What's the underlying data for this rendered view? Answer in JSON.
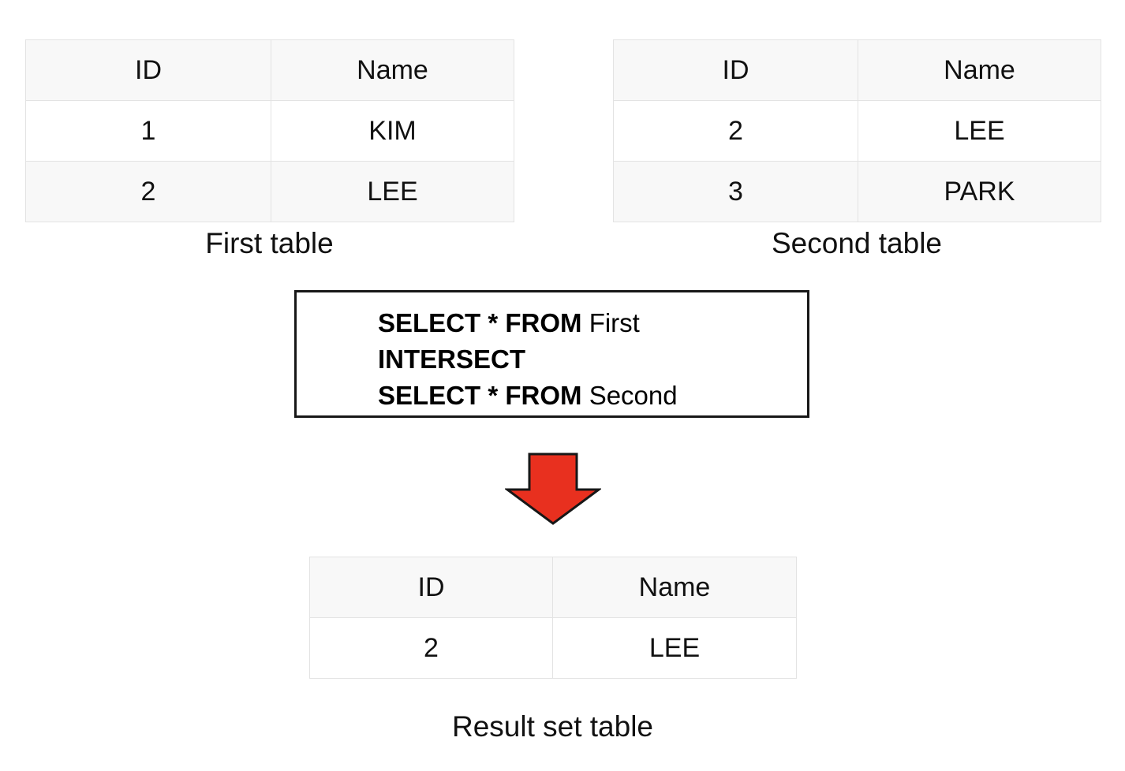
{
  "tables": {
    "first": {
      "caption": "First table",
      "columns": [
        "ID",
        "Name"
      ],
      "rows": [
        [
          "1",
          "KIM"
        ],
        [
          "2",
          "LEE"
        ]
      ]
    },
    "second": {
      "caption": "Second table",
      "columns": [
        "ID",
        "Name"
      ],
      "rows": [
        [
          "2",
          "LEE"
        ],
        [
          "3",
          "PARK"
        ]
      ]
    },
    "result": {
      "caption": "Result set table",
      "columns": [
        "ID",
        "Name"
      ],
      "rows": [
        [
          "2",
          "LEE"
        ]
      ]
    }
  },
  "sql": {
    "line1_keyword": "SELECT * FROM ",
    "line1_identifier": "First",
    "line2_keyword": "INTERSECT",
    "line3_keyword": "SELECT * FROM ",
    "line3_identifier": "Second"
  },
  "arrow": {
    "name": "down-arrow",
    "fill": "#e8301f",
    "stroke": "#171717"
  },
  "colors": {
    "border": "#e3e3e3",
    "header_fill": "#f8f8f8",
    "row_fill": "#ffffff",
    "text": "#111111",
    "box_border": "#171717",
    "arrow_red": "#e8301f"
  }
}
